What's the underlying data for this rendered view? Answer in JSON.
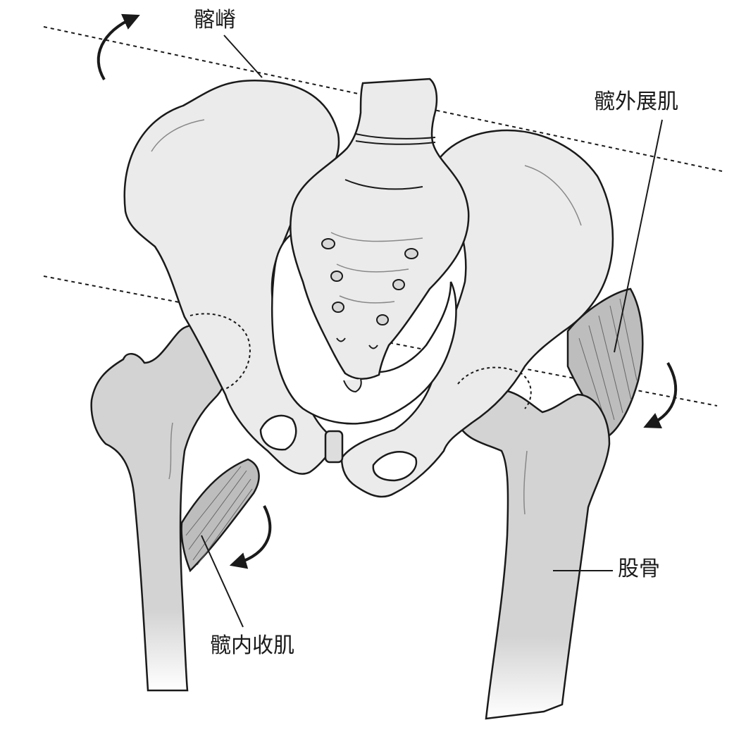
{
  "labels": {
    "iliac_crest": "髂嵴",
    "hip_abductor": "髋外展肌",
    "femur": "股骨",
    "hip_adductor": "髋内收肌"
  },
  "colors": {
    "bone_fill": "#ebebeb",
    "femur_fill": "#d3d3d3",
    "outline": "#1a1a1a",
    "muscle_fill": "#bdbdbd",
    "background": "#ffffff"
  }
}
